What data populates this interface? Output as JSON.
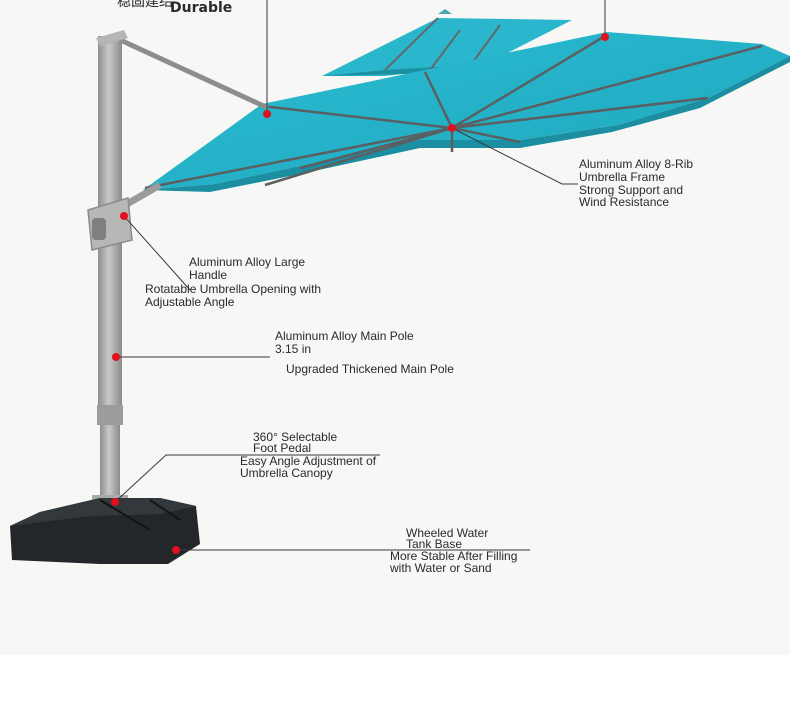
{
  "header": {
    "partial_cjk_text": "稳固建结",
    "title_fragment": "Durable"
  },
  "callouts": {
    "frame": {
      "lines": [
        "Aluminum Alloy 8-Rib",
        "Umbrella Frame",
        "Strong Support and",
        "Wind Resistance"
      ]
    },
    "handle": {
      "title": [
        "Aluminum Alloy Large",
        "Handle"
      ],
      "desc": [
        "Rotatable Umbrella Opening with",
        "Adjustable Angle"
      ]
    },
    "pole": {
      "title": [
        "Aluminum Alloy Main Pole",
        "3.15 in"
      ],
      "desc": "Upgraded Thickened Main Pole"
    },
    "pedal": {
      "title": [
        "360° Selectable",
        "Foot Pedal"
      ],
      "desc": [
        "Easy Angle Adjustment of",
        "Umbrella Canopy"
      ]
    },
    "base": {
      "title": [
        "Wheeled Water",
        "Tank Base"
      ],
      "desc": [
        "More Stable After Filling",
        "with Water or Sand"
      ]
    }
  },
  "colors": {
    "canopy": "#27b3c9",
    "canopy_dark": "#1a94a8",
    "pole": "#a9aaa8",
    "base": "#1f2225",
    "marker": "#e0101e",
    "text": "#2a2a2a",
    "stage_bg": "#f7f7f5"
  }
}
